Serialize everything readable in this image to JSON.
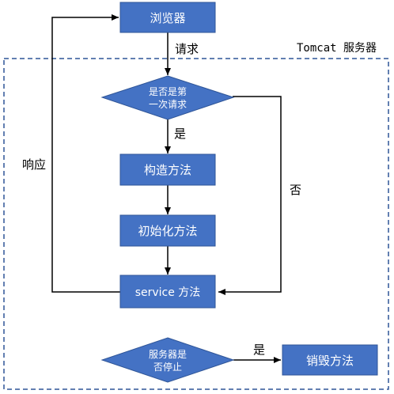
{
  "container": {
    "label": "Tomcat 服务器"
  },
  "nodes": {
    "browser": "浏览器",
    "first_request": [
      "是否是第",
      "一次请求"
    ],
    "constructor": "构造方法",
    "init": "初始化方法",
    "service": "service 方法",
    "shutdown": [
      "服务器是",
      "否停止"
    ],
    "destroy": "销毁方法"
  },
  "edge_labels": {
    "request": "请求",
    "response": "响应",
    "yes_first": "是",
    "no_first": "否",
    "yes_shutdown": "是"
  },
  "colors": {
    "node_fill": "#4472C4",
    "node_stroke": "#2F5597",
    "node_text": "#ffffff",
    "container_border": "#2F5597",
    "line": "#000000"
  }
}
